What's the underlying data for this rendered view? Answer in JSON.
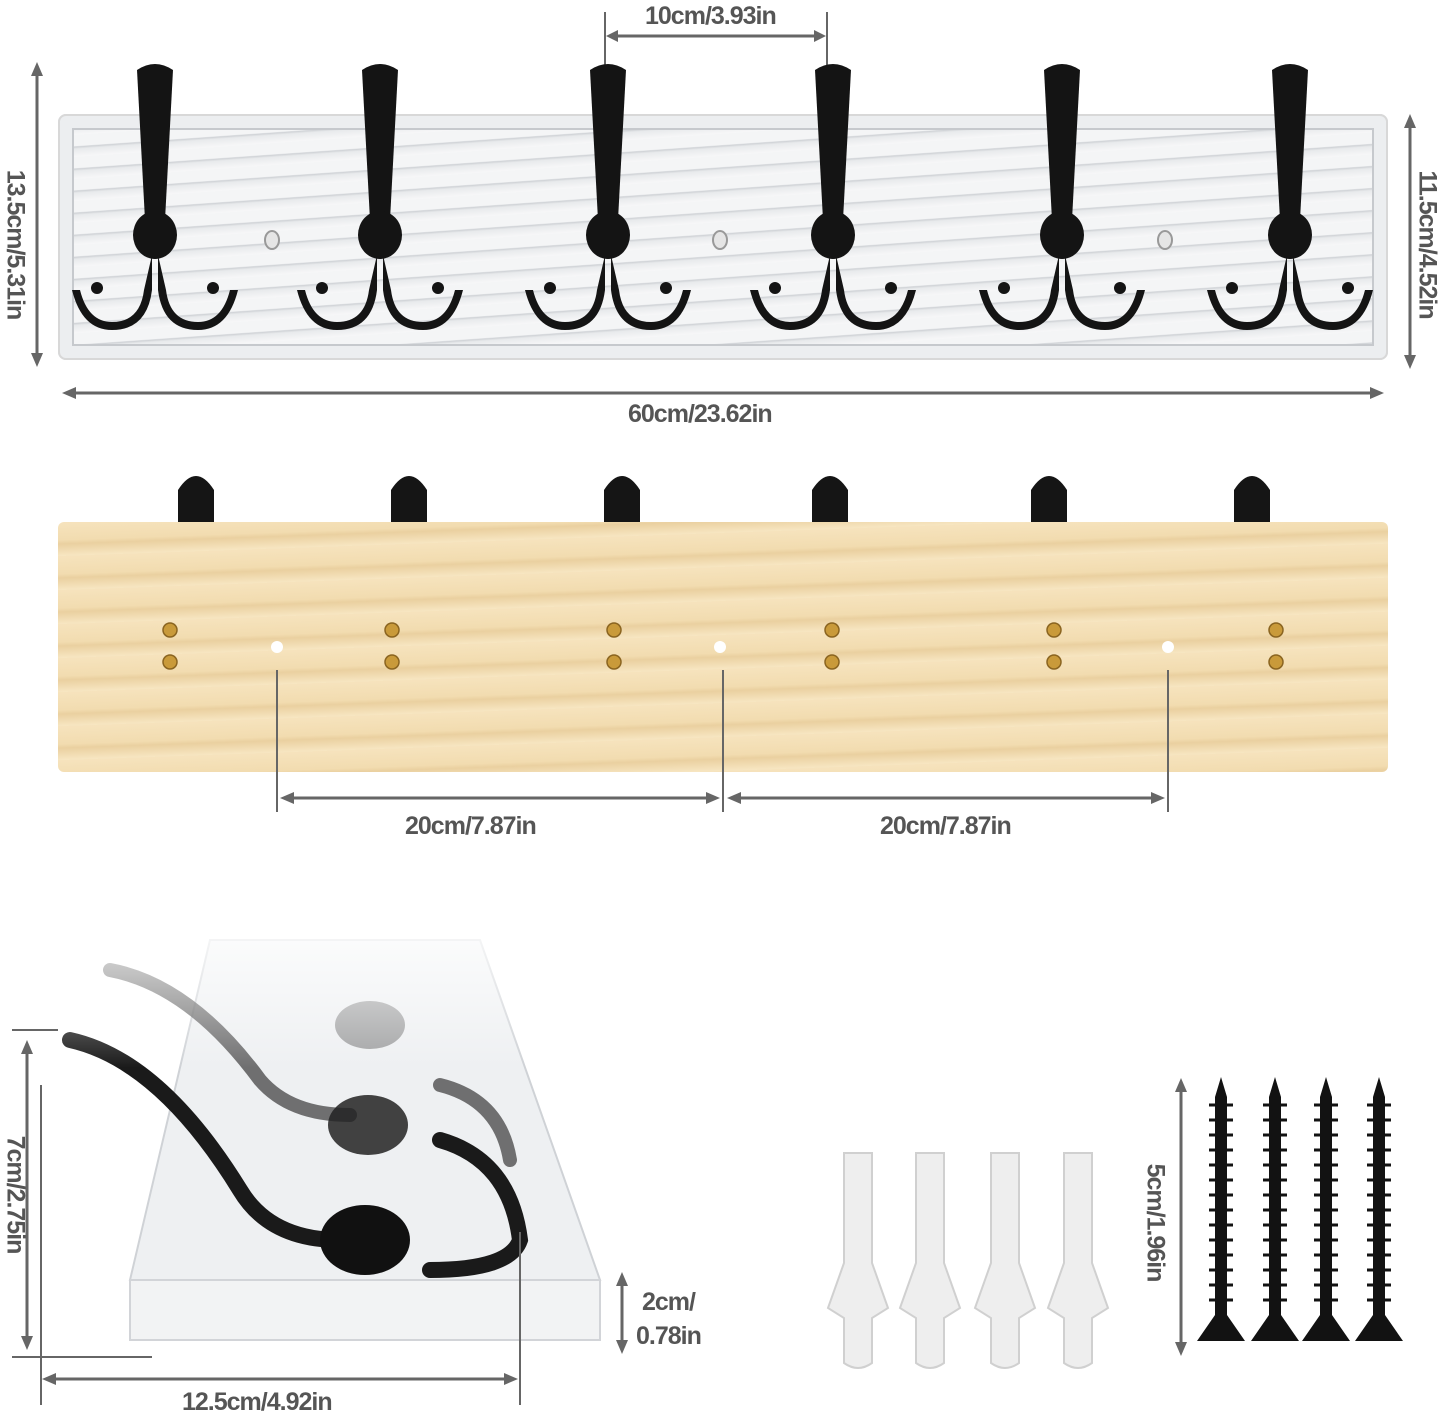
{
  "product": "Wall-mounted coat rack with 6 triple hooks — dimension diagram",
  "top_view": {
    "hook_spacing": "10cm/3.93in",
    "overall_height": "13.5cm/5.31in",
    "board_height": "11.5cm/4.52in",
    "overall_width": "60cm/23.62in",
    "hook_count": 6,
    "board_finish": "distressed white wood",
    "hook_color": "#111111"
  },
  "back_view": {
    "mount_hole_spacing_left": "20cm/7.87in",
    "mount_hole_spacing_right": "20cm/7.87in",
    "mount_hole_count": 3,
    "board_finish": "natural pine"
  },
  "side_view": {
    "hook_depth": "7cm/2.75in",
    "board_thickness_line1": "2cm/",
    "board_thickness_line2": "0.78in",
    "overall_depth": "12.5cm/4.92in"
  },
  "accessories": {
    "anchors_count": 4,
    "screws_count": 4,
    "screw_length": "5cm/1.96in"
  },
  "colors": {
    "label_gray": "#555555",
    "arrow_gray": "#666666",
    "pine": "#f2dcb0",
    "white_wood": "#f0f1f2"
  }
}
